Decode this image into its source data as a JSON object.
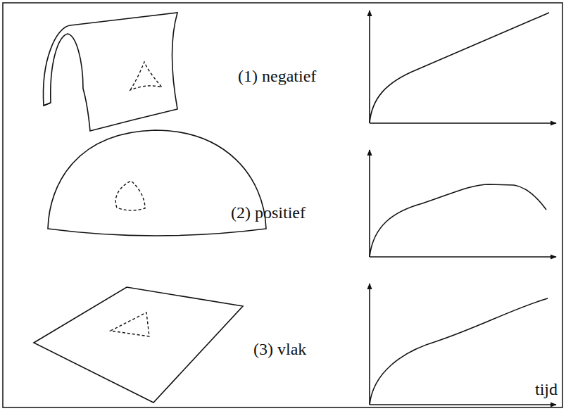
{
  "diagram": {
    "labels": [
      "(1) negatief",
      "(2) positief",
      "(3) vlak",
      "tijd"
    ]
  }
}
